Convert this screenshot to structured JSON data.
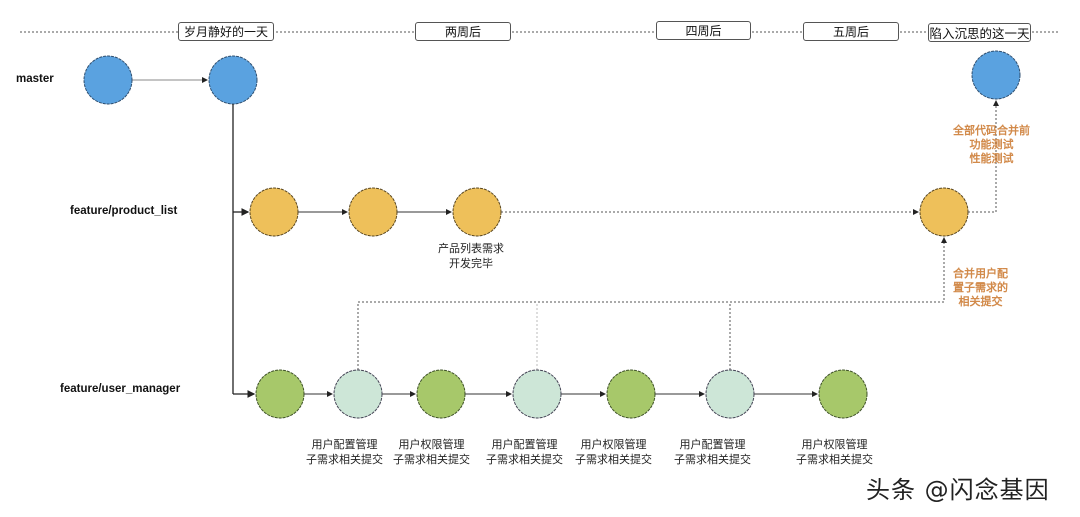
{
  "timeline": {
    "labels": [
      "岁月静好的一天",
      "两周后",
      "四周后",
      "五周后",
      "陷入沉思的这一天"
    ]
  },
  "branches": {
    "master": "master",
    "product_list": "feature/product_list",
    "user_manager": "feature/user_manager"
  },
  "colors": {
    "master": "#5aa2e0",
    "product_list": "#eec05a",
    "user_manager_dark": "#a7c86a",
    "user_manager_light": "#cde6d7",
    "note_orange": "#d28a4a"
  },
  "notes": {
    "product_done": [
      "产品列表需求",
      "开发完毕"
    ],
    "final_test": [
      "全部代码合并前",
      "功能测试",
      "性能测试"
    ],
    "merge_user_config": [
      "合并用户配",
      "置子需求的",
      "相关提交"
    ],
    "commits": [
      [
        "用户配置管理",
        "子需求相关提交"
      ],
      [
        "用户权限管理",
        "子需求相关提交"
      ],
      [
        "用户配置管理",
        "子需求相关提交"
      ],
      [
        "用户权限管理",
        "子需求相关提交"
      ],
      [
        "用户配置管理",
        "子需求相关提交"
      ],
      [
        "用户权限管理",
        "子需求相关提交"
      ]
    ]
  },
  "watermark": "头条 @闪念基因"
}
